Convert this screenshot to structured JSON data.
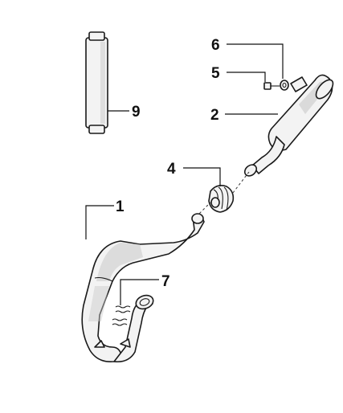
{
  "callouts": {
    "part_1": "1",
    "part_2": "2",
    "part_4": "4",
    "part_5": "5",
    "part_6": "6",
    "part_7": "7",
    "part_9": "9"
  }
}
